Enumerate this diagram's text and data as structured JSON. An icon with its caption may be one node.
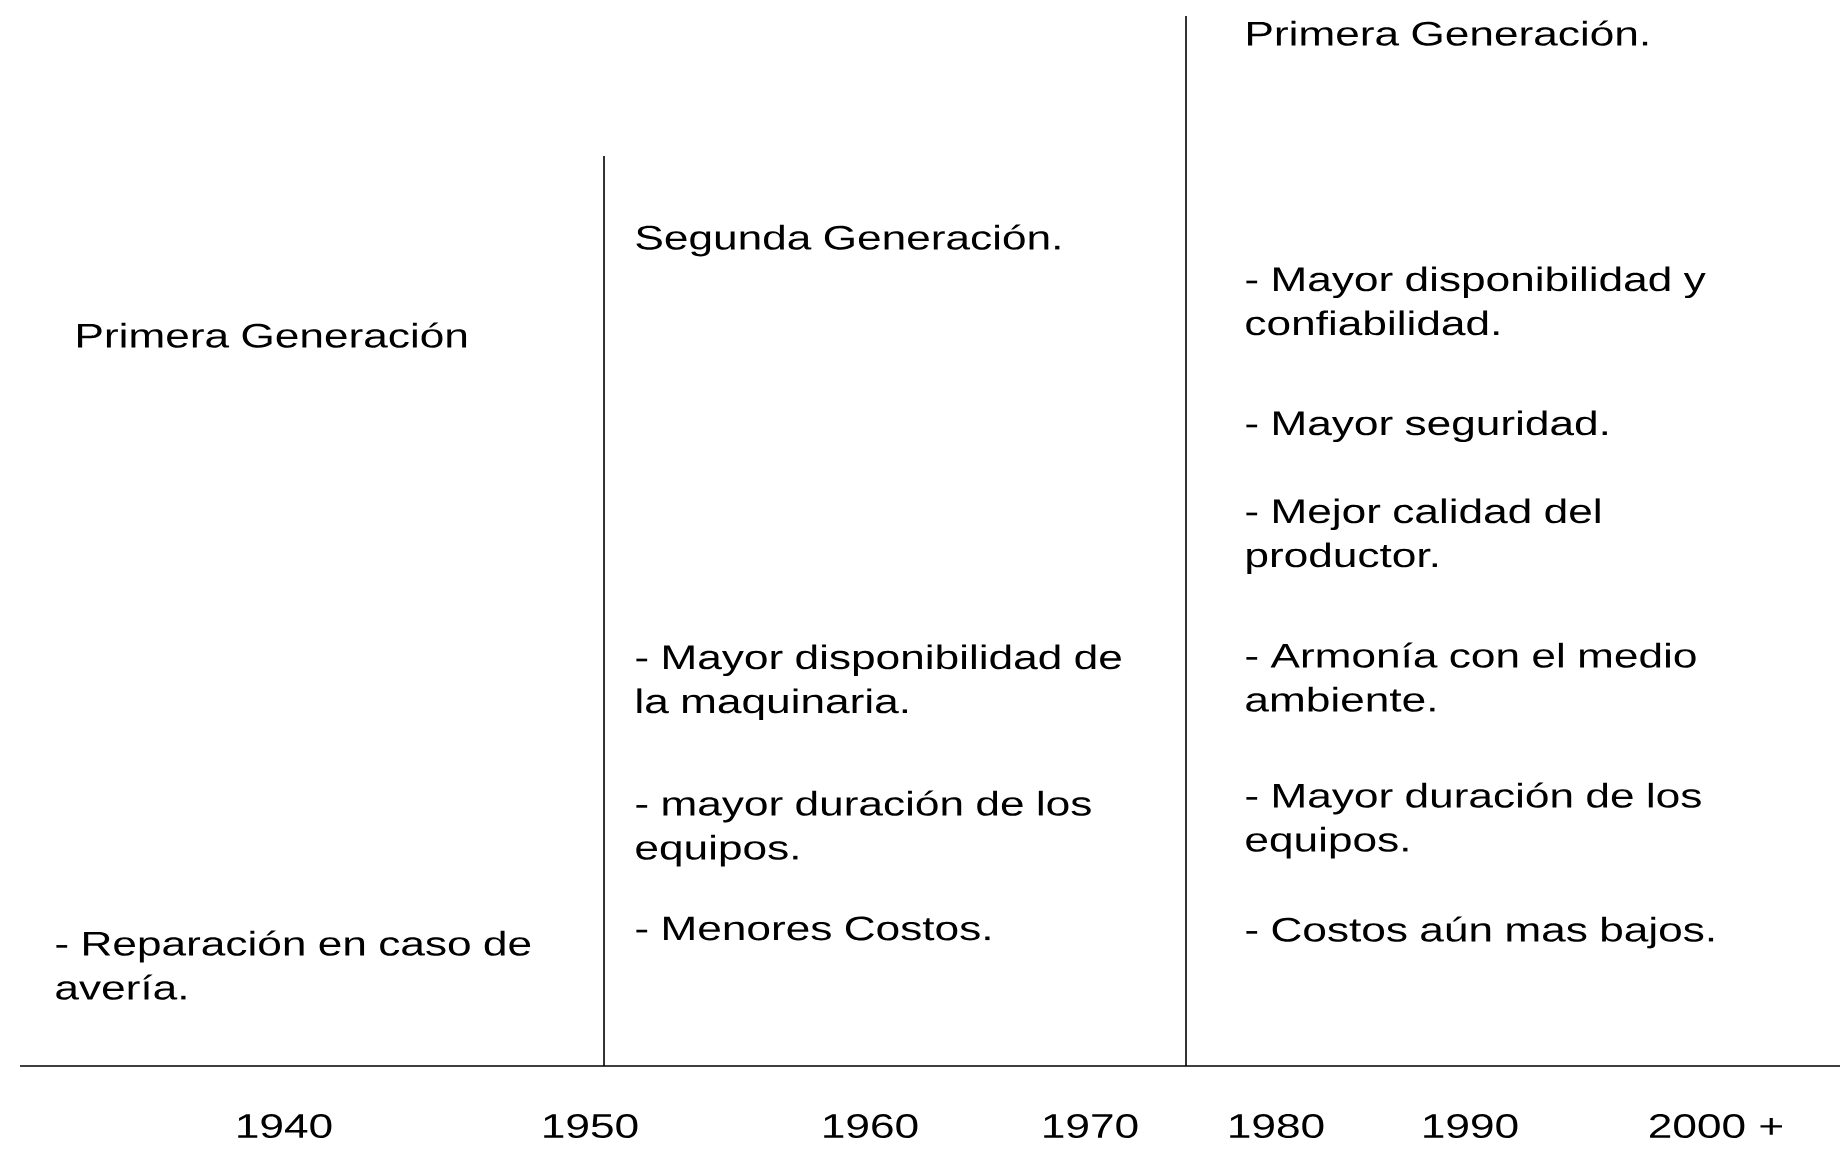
{
  "diagram": {
    "labels": [
      "Primera Generación.",
      "Segunda Generación.",
      "- Mayor disponibilidad y confiabilidad.",
      "Primera Generación",
      "- Mayor seguridad.",
      "- Mejor calidad del productor.",
      "- Mayor disponibilidad de la maquinaria.",
      "- Armonía con el medio ambiente.",
      "- mayor duración de los equipos.",
      "- Mayor duración de los equipos.",
      "- Reparación en caso de avería.",
      "- Menores Costos.",
      "- Costos aún mas bajos.",
      "1940",
      "1950",
      "1960",
      "1970",
      "1980",
      "1990",
      "2000 +"
    ]
  }
}
